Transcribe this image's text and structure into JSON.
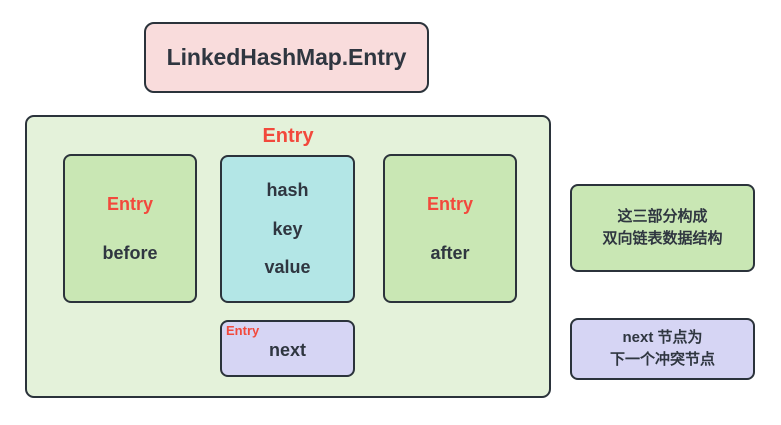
{
  "title_card": {
    "label": "LinkedHashMap.Entry"
  },
  "entry_container": {
    "title": "Entry",
    "fields": {
      "before": {
        "ref_label": "Entry",
        "name": "before"
      },
      "payload": {
        "hash": "hash",
        "key": "key",
        "value": "value"
      },
      "after": {
        "ref_label": "Entry",
        "name": "after"
      },
      "next": {
        "ref_label": "Entry",
        "name": "next"
      }
    }
  },
  "notes": {
    "doubly_linked_list": {
      "line1": "这三部分构成",
      "line2": "双向链表数据结构"
    },
    "next_node": {
      "line1": "next 节点为",
      "line2": "下一个冲突节点"
    }
  },
  "colors": {
    "pink": "#f9dcdc",
    "light_green": "#e4f2da",
    "green": "#c9e7b4",
    "cyan": "#b3e6e6",
    "purple": "#d6d5f4",
    "red_text": "#f2493c",
    "dark_text": "#2f3640",
    "border": "#2b333b"
  }
}
